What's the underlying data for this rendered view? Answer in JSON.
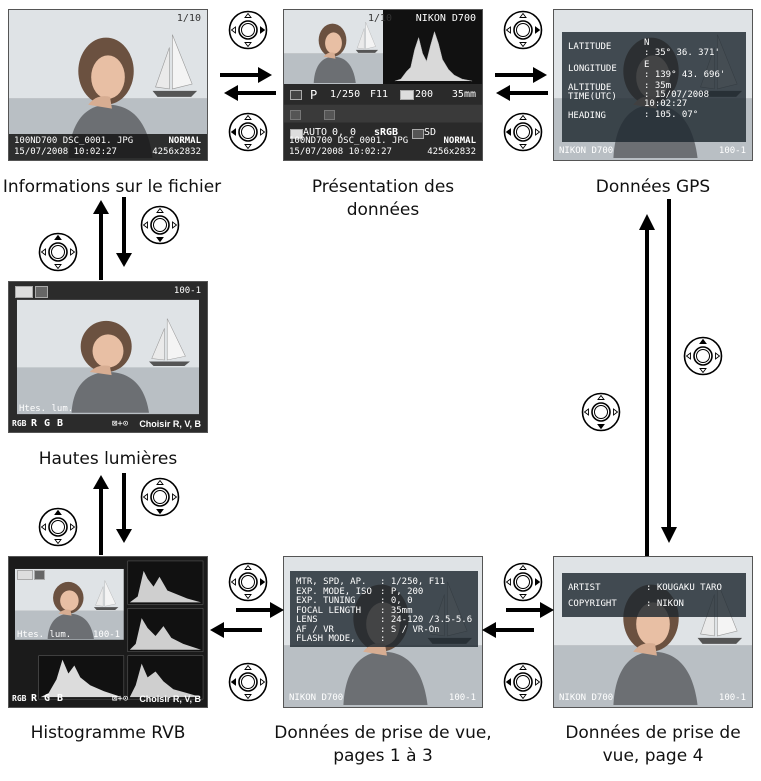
{
  "captions": {
    "file_info": "Informations sur le fichier",
    "overview_l1": "Présentation des",
    "overview_l2": "données",
    "gps": "Données GPS",
    "highlights": "Hautes lumières",
    "rgb_histogram": "Histogramme RVB",
    "shooting_l1": "Données de prise de vue,",
    "shooting_l2": "pages 1 à 3",
    "shooting4_l1": "Données de prise de",
    "shooting4_l2": "vue, page 4"
  },
  "file_info": {
    "counter": "1/10",
    "folder_file": "100ND700   DSC_0001. JPG",
    "quality": "NORMAL",
    "datetime": "15/07/2008  10:02:27",
    "size": "4256x2832"
  },
  "overview": {
    "counter": "1/10",
    "camera": "NIKON D700",
    "mode": "P",
    "shutter": "1/250",
    "aperture": "F11",
    "iso": "200",
    "focal": "35mm",
    "wb": "AUTO",
    "wb_adj": "0, 0",
    "color_space": "sRGB",
    "picture_control": "SD",
    "folder_file": "100ND700   DSC_0001. JPG",
    "quality": "NORMAL",
    "datetime": "15/07/2008  10:02:27",
    "size": "4256x2832"
  },
  "gps": {
    "labels": [
      "LATITUDE",
      "LONGITUDE",
      "ALTITUDE",
      "TIME(UTC)",
      "HEADING"
    ],
    "lat_dir": "N",
    "lat_val": ": 35° 36. 371'",
    "lon_dir": "E",
    "lon_val": ": 139° 43. 696'",
    "altitude": ": 35m",
    "date": ": 15/07/2008",
    "time": "  10:02:27",
    "heading": ": 105. 07°",
    "camera": "NIKON D700",
    "frame": "100-1"
  },
  "highlights": {
    "frame": "100-1",
    "label": "Htes.  lum.",
    "channels": [
      "RGB",
      "R",
      "G",
      "B"
    ],
    "hint": "Choisir R, V, B"
  },
  "rgb_hist": {
    "label": "Htes.  lum.",
    "frame": "100-1",
    "channels": [
      "RGB",
      "R",
      "G",
      "B"
    ],
    "hint": "Choisir R, V, B"
  },
  "shooting": {
    "labels": [
      "MTR, SPD, AP.",
      "EXP. MODE, ISO",
      "EXP. TUNING",
      "FOCAL LENGTH",
      "LENS",
      "AF / VR",
      "FLASH MODE,"
    ],
    "values": [
      ": 1/250, F11",
      ": P, 200",
      ": 0, 0",
      ": 35mm",
      ": 24-120    /3.5-5.6",
      ": S / VR-On",
      ":"
    ],
    "camera": "NIKON D700",
    "frame": "100-1"
  },
  "shooting4": {
    "artist_label": "ARTIST",
    "artist": ": KOUGAKU TARO",
    "copyright_label": "COPYRIGHT",
    "copyright": ": NIKON",
    "camera": "NIKON D700",
    "frame": "100-1"
  },
  "colors": {
    "arrow": "#000000",
    "screen_bg": "#1b1b1b",
    "panel": "#1e2830"
  }
}
